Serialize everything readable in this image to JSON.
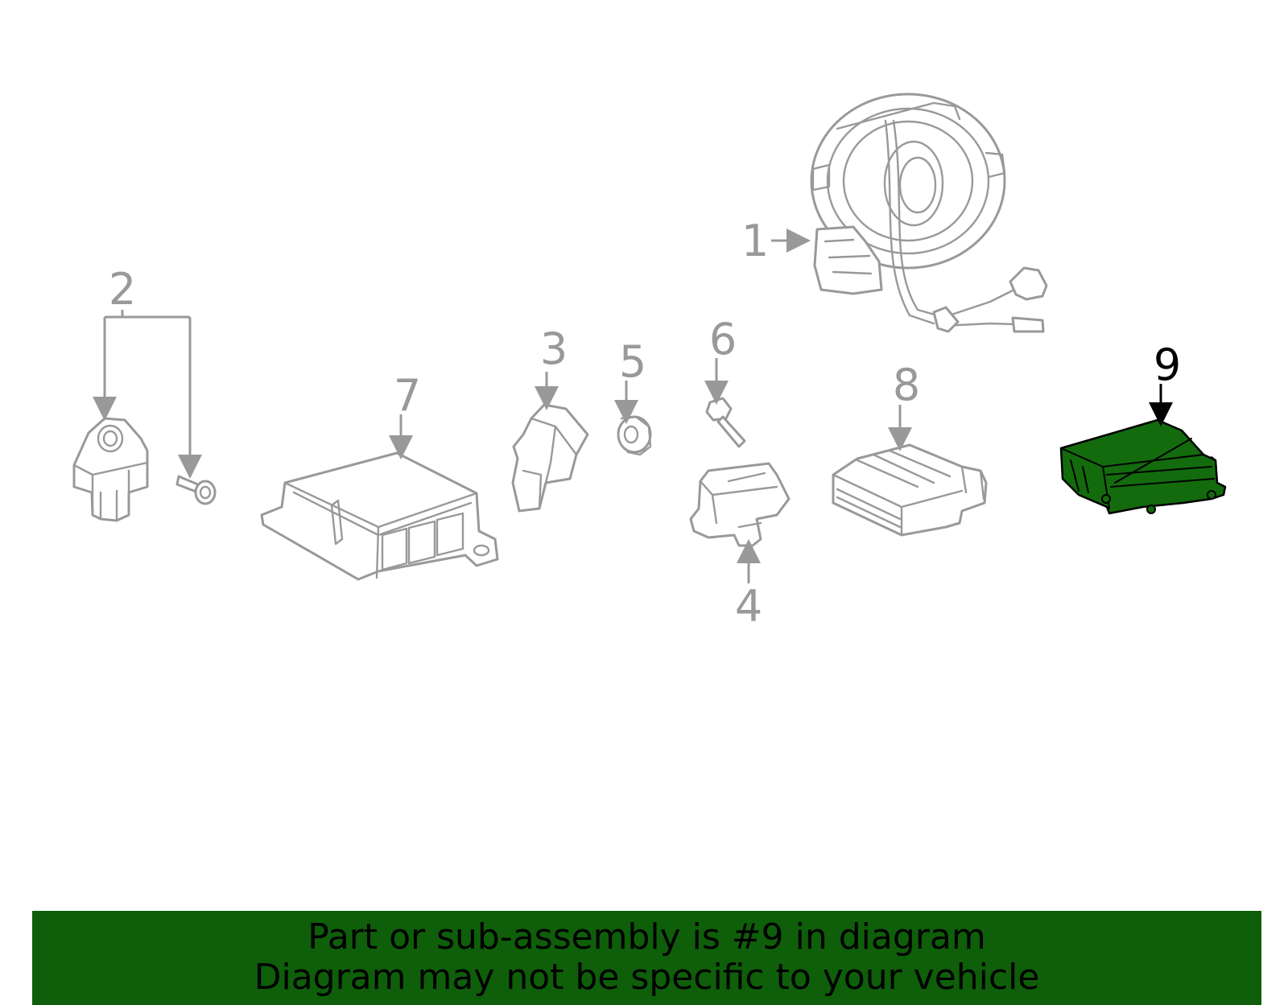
{
  "diagram": {
    "callouts": [
      {
        "id": "1",
        "label": "1"
      },
      {
        "id": "2",
        "label": "2"
      },
      {
        "id": "3",
        "label": "3"
      },
      {
        "id": "4",
        "label": "4"
      },
      {
        "id": "5",
        "label": "5"
      },
      {
        "id": "6",
        "label": "6"
      },
      {
        "id": "7",
        "label": "7"
      },
      {
        "id": "8",
        "label": "8"
      },
      {
        "id": "9",
        "label": "9"
      }
    ],
    "highlighted_part": "9",
    "colors": {
      "highlight_fill": "#136b0d",
      "part_stroke": "#999999",
      "banner_bg": "#0f5e0a"
    }
  },
  "banner": {
    "line1": "Part or sub-assembly is #9 in diagram",
    "line2": "Diagram may not be specific to your vehicle"
  }
}
